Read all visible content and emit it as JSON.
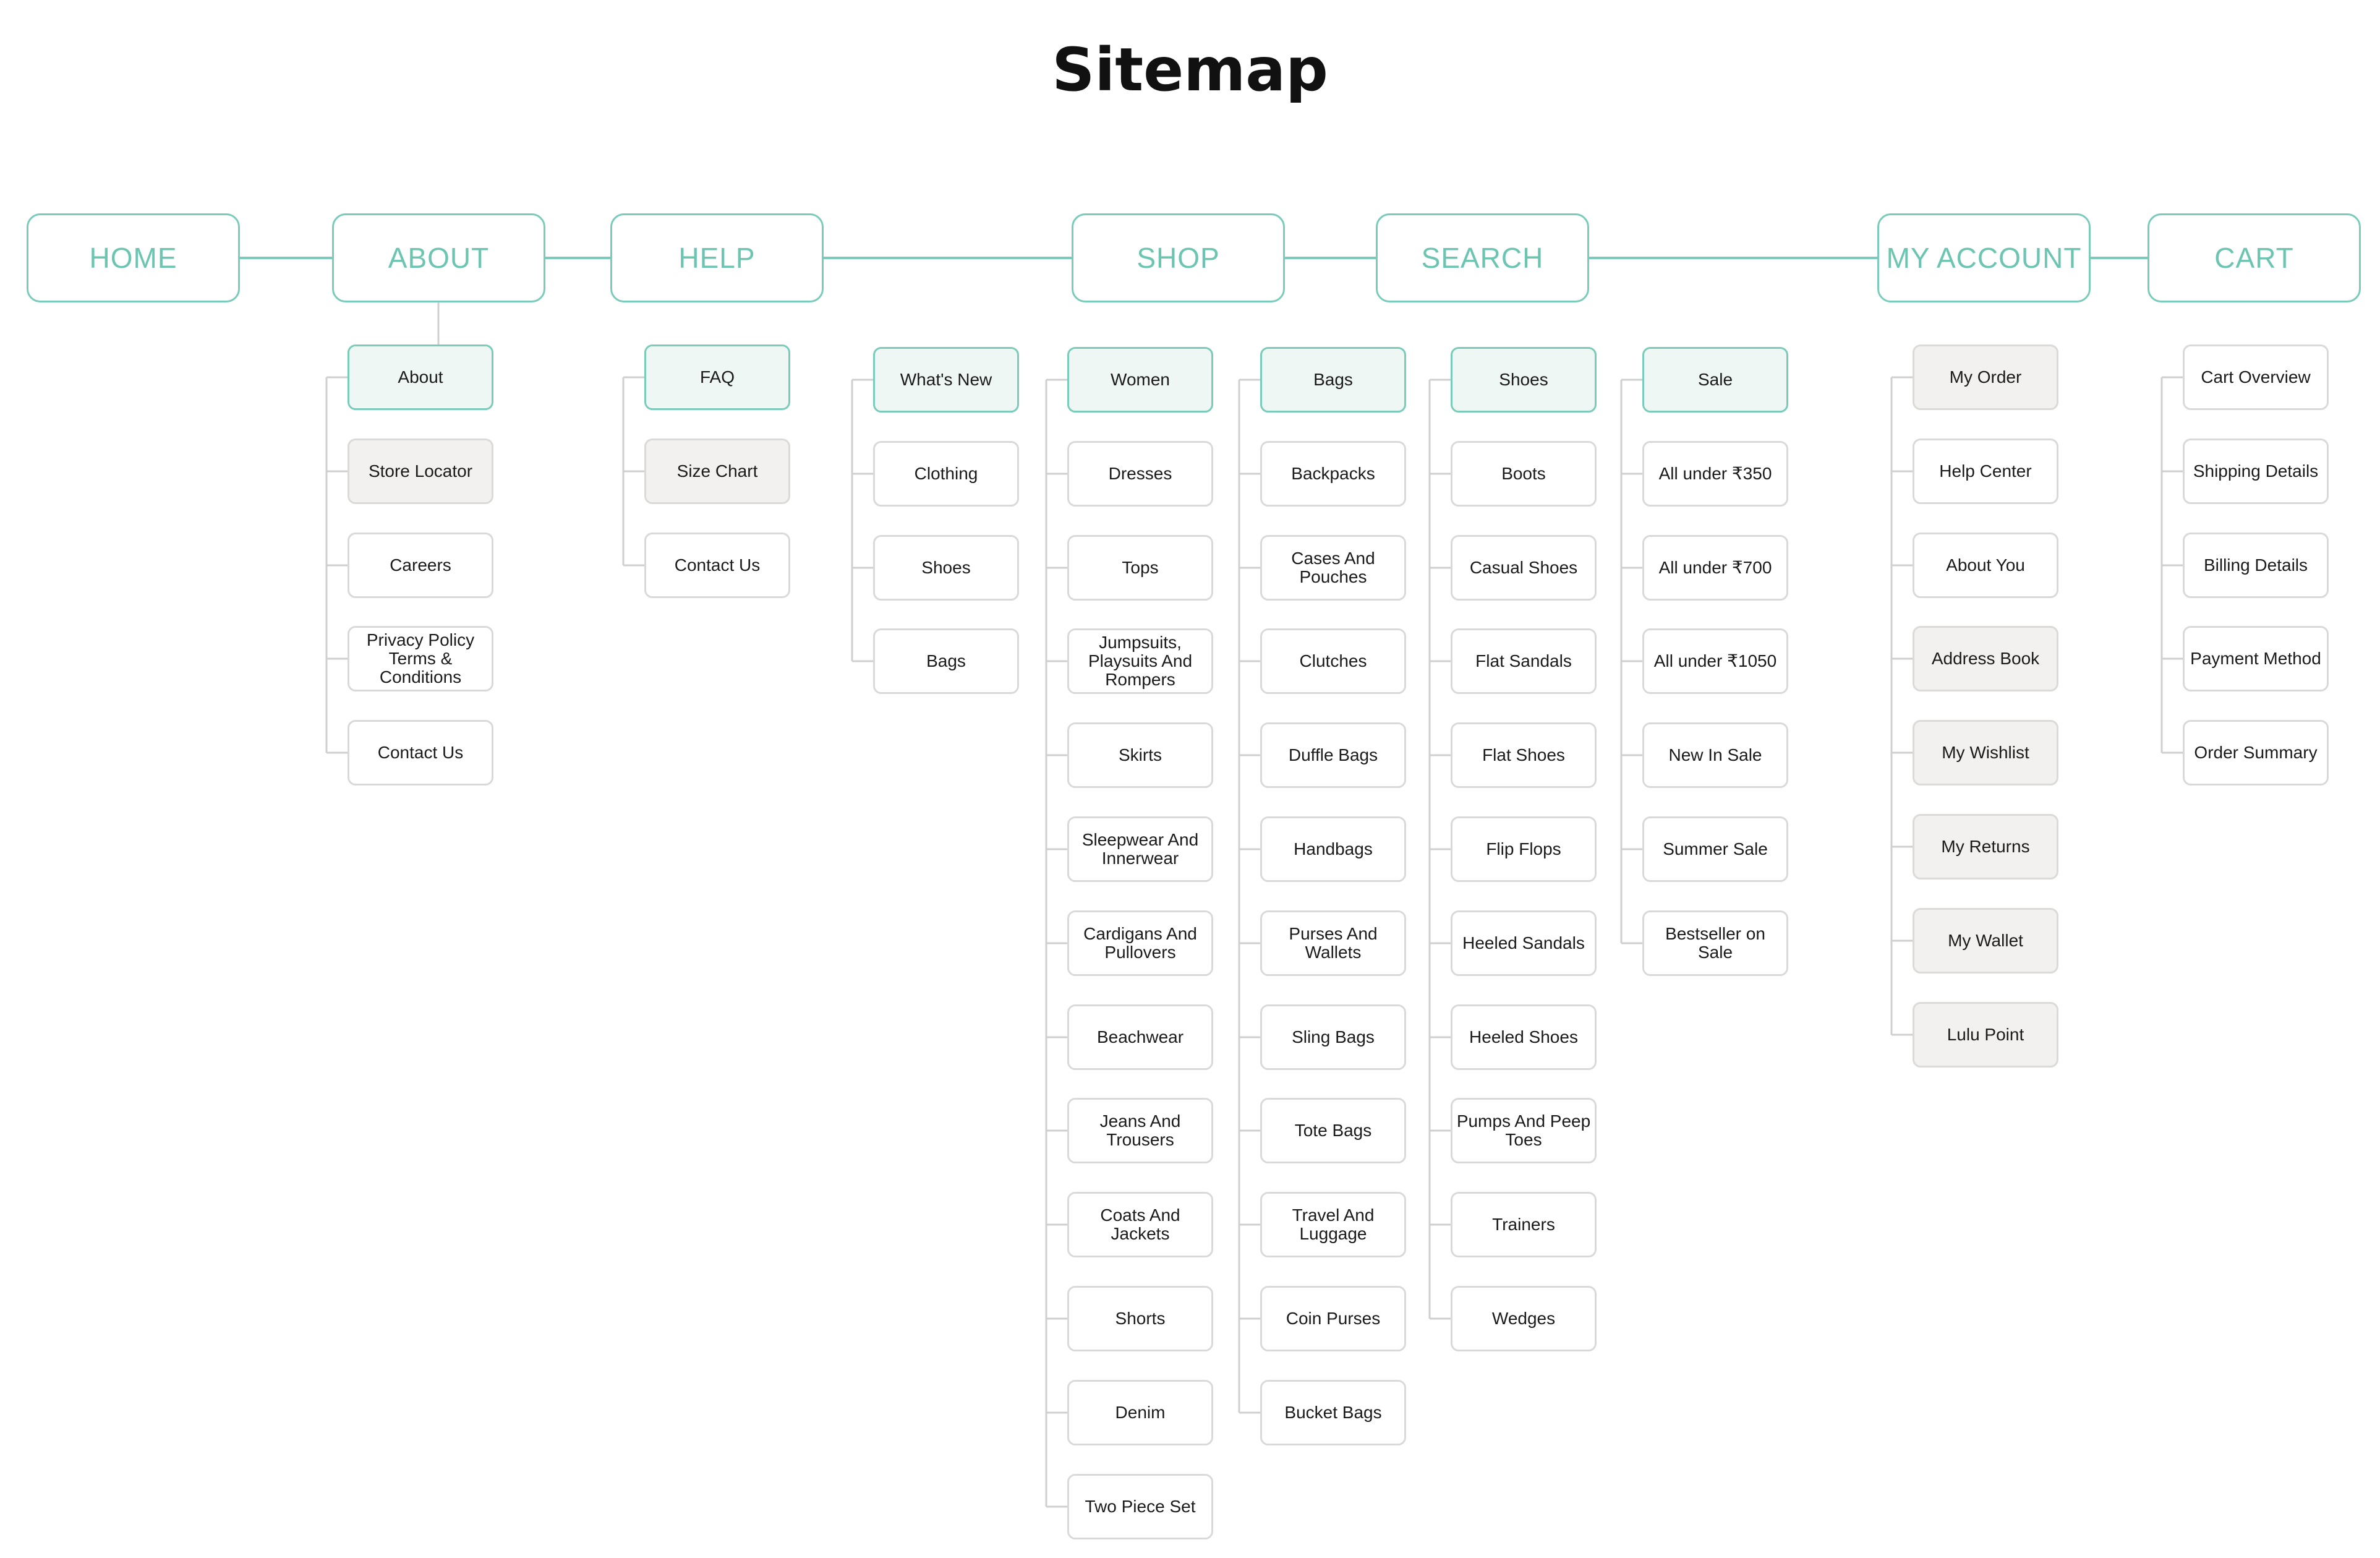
{
  "title": "Sitemap",
  "colors": {
    "accent": "#6cc5b1",
    "accent_border": "#7acbba",
    "head_fill": "#eef7f4",
    "alt_fill": "#f3f1ef",
    "line": "#cfcfcf"
  },
  "nav": [
    "HOME",
    "ABOUT",
    "HELP",
    "SHOP",
    "SEARCH",
    "MY ACCOUNT",
    "CART"
  ],
  "columns": [
    {
      "parent": "ABOUT",
      "items": [
        {
          "label": "About",
          "style": "head"
        },
        {
          "label": "Store Locator",
          "style": "alt"
        },
        {
          "label": "Careers",
          "style": "plain"
        },
        {
          "label": "Privacy Policy\nTerms & Conditions",
          "style": "plain"
        },
        {
          "label": "Contact Us",
          "style": "plain"
        }
      ]
    },
    {
      "parent": "HELP",
      "items": [
        {
          "label": "FAQ",
          "style": "head"
        },
        {
          "label": "Size Chart",
          "style": "alt"
        },
        {
          "label": "Contact Us",
          "style": "plain"
        }
      ]
    },
    {
      "parent": "SHOP",
      "items": [
        {
          "label": "What's New",
          "style": "head"
        },
        {
          "label": "Clothing",
          "style": "plain"
        },
        {
          "label": "Shoes",
          "style": "plain"
        },
        {
          "label": "Bags",
          "style": "plain"
        }
      ]
    },
    {
      "parent": "SHOP",
      "items": [
        {
          "label": "Women",
          "style": "head"
        },
        {
          "label": "Dresses",
          "style": "plain"
        },
        {
          "label": "Tops",
          "style": "plain"
        },
        {
          "label": "Jumpsuits,\nPlaysuits And\nRompers",
          "style": "plain"
        },
        {
          "label": "Skirts",
          "style": "plain"
        },
        {
          "label": "Sleepwear And\nInnerwear",
          "style": "plain"
        },
        {
          "label": "Cardigans And\nPullovers",
          "style": "plain"
        },
        {
          "label": "Beachwear",
          "style": "plain"
        },
        {
          "label": "Jeans And\nTrousers",
          "style": "plain"
        },
        {
          "label": "Coats And\nJackets",
          "style": "plain"
        },
        {
          "label": "Shorts",
          "style": "plain"
        },
        {
          "label": "Denim",
          "style": "plain"
        },
        {
          "label": "Two Piece Set",
          "style": "plain"
        }
      ]
    },
    {
      "parent": "SHOP",
      "items": [
        {
          "label": "Bags",
          "style": "head"
        },
        {
          "label": "Backpacks",
          "style": "plain"
        },
        {
          "label": "Cases And\nPouches",
          "style": "plain"
        },
        {
          "label": "Clutches",
          "style": "plain"
        },
        {
          "label": "Duffle Bags",
          "style": "plain"
        },
        {
          "label": "Handbags",
          "style": "plain"
        },
        {
          "label": "Purses And\nWallets",
          "style": "plain"
        },
        {
          "label": "Sling Bags",
          "style": "plain"
        },
        {
          "label": "Tote Bags",
          "style": "plain"
        },
        {
          "label": "Travel And\nLuggage",
          "style": "plain"
        },
        {
          "label": "Coin Purses",
          "style": "plain"
        },
        {
          "label": "Bucket Bags",
          "style": "plain"
        }
      ]
    },
    {
      "parent": "SEARCH",
      "items": [
        {
          "label": "Shoes",
          "style": "head"
        },
        {
          "label": "Boots",
          "style": "plain"
        },
        {
          "label": "Casual Shoes",
          "style": "plain"
        },
        {
          "label": "Flat Sandals",
          "style": "plain"
        },
        {
          "label": "Flat Shoes",
          "style": "plain"
        },
        {
          "label": "Flip Flops",
          "style": "plain"
        },
        {
          "label": "Heeled Sandals",
          "style": "plain"
        },
        {
          "label": "Heeled Shoes",
          "style": "plain"
        },
        {
          "label": "Pumps And Peep\nToes",
          "style": "plain"
        },
        {
          "label": "Trainers",
          "style": "plain"
        },
        {
          "label": "Wedges",
          "style": "plain"
        }
      ]
    },
    {
      "parent": "SEARCH",
      "items": [
        {
          "label": "Sale",
          "style": "head"
        },
        {
          "label": "All under ₹350",
          "style": "plain"
        },
        {
          "label": "All under ₹700",
          "style": "plain"
        },
        {
          "label": "All under ₹1050",
          "style": "plain"
        },
        {
          "label": "New In Sale",
          "style": "plain"
        },
        {
          "label": "Summer Sale",
          "style": "plain"
        },
        {
          "label": "Bestseller on Sale",
          "style": "plain"
        }
      ]
    },
    {
      "parent": "MY ACCOUNT",
      "items": [
        {
          "label": "My Order",
          "style": "alt"
        },
        {
          "label": "Help Center",
          "style": "plain"
        },
        {
          "label": "About You",
          "style": "plain"
        },
        {
          "label": "Address Book",
          "style": "alt"
        },
        {
          "label": "My Wishlist",
          "style": "alt"
        },
        {
          "label": "My Returns",
          "style": "alt"
        },
        {
          "label": "My Wallet",
          "style": "alt"
        },
        {
          "label": "Lulu Point",
          "style": "alt"
        }
      ]
    },
    {
      "parent": "CART",
      "items": [
        {
          "label": "Cart Overview",
          "style": "plain"
        },
        {
          "label": "Shipping Details",
          "style": "plain"
        },
        {
          "label": "Billing Details",
          "style": "plain"
        },
        {
          "label": "Payment Method",
          "style": "plain"
        },
        {
          "label": "Order Summary",
          "style": "plain"
        }
      ]
    }
  ]
}
